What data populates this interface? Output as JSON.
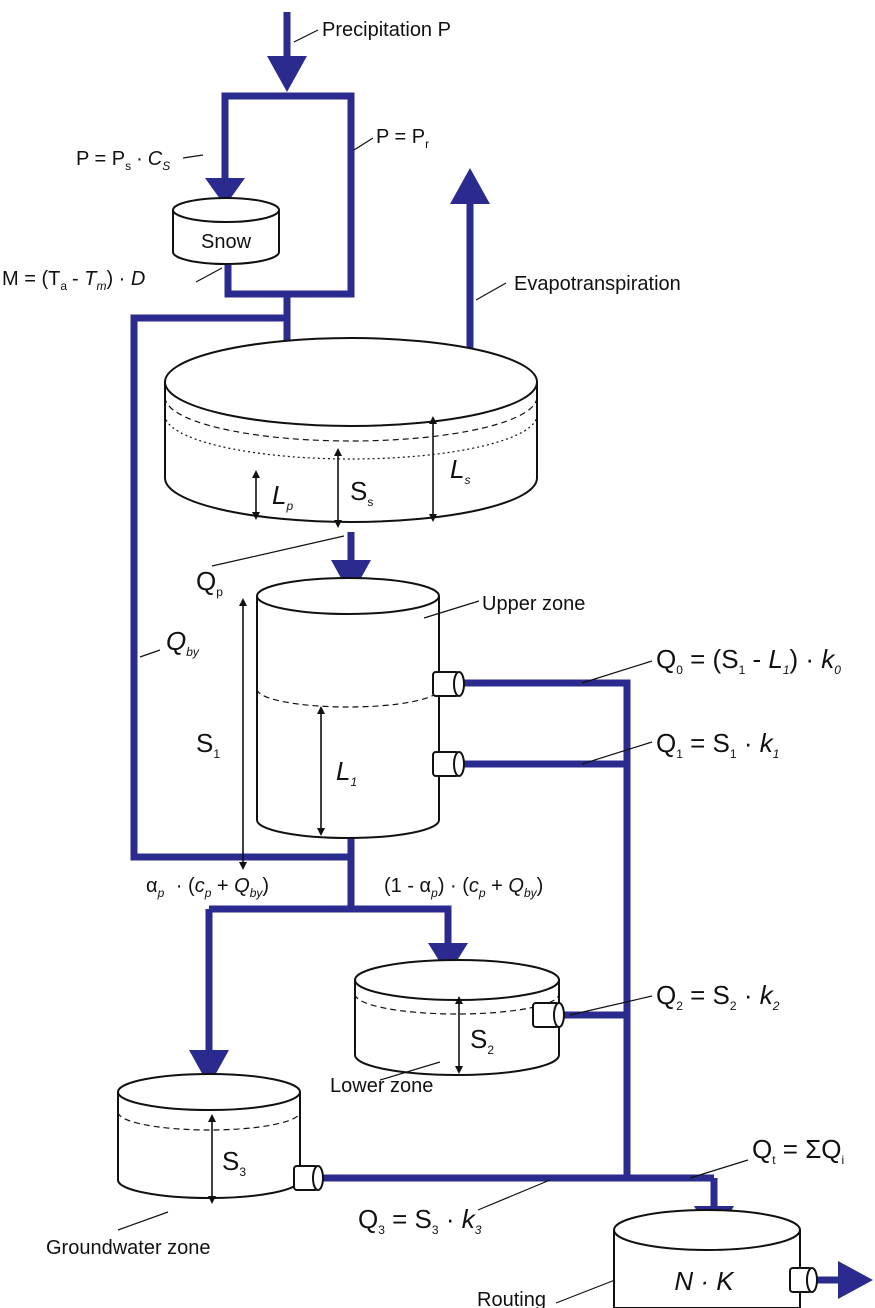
{
  "colors": {
    "flow": "#2b2b8f",
    "outline": "#111111",
    "background": "#ffffff"
  },
  "labels": {
    "precipitation": "Precipitation P",
    "snow_p_lhs": "P = P",
    "snow_p_sub": "s",
    "snow_p_op": "·",
    "snow_p_cs": "C",
    "snow_p_cs_sub": "S",
    "rain_p_lhs": "P = P",
    "rain_p_sub": "r",
    "snow": "Snow",
    "melt_lhs": "M = (T",
    "melt_ta_sub": "a",
    "melt_minus": "- ",
    "melt_tm": "T",
    "melt_tm_sub": "m",
    "melt_close": ") · ",
    "melt_d": "D",
    "evapotranspiration": "Evapotranspiration",
    "lp": "L",
    "lp_sub": "p",
    "ss": "S",
    "ss_sub": "s",
    "ls": "L",
    "ls_sub": "s",
    "qp": "Q",
    "qp_sub": "p",
    "qby": "Q",
    "qby_sub": "by",
    "upper_zone": "Upper zone",
    "s1": "S",
    "s1_sub": "1",
    "l1": "L",
    "l1_sub": "1",
    "q0_lhs": "Q",
    "q0_lhs_sub": "0",
    "q0_mid": " = (S",
    "q0_s_sub": "1",
    "q0_minus": " - ",
    "q0_l": "L",
    "q0_l_sub": "1",
    "q0_close": ") · ",
    "q0_k": "k",
    "q0_k_sub": "0",
    "q1_lhs": "Q",
    "q1_lhs_sub": "1",
    "q1_mid": " = S",
    "q1_s_sub": "1",
    "q1_dot": " · ",
    "q1_k": "k",
    "q1_k_sub": "1",
    "alpha_left": "α",
    "alpha_left_sub": "p",
    "alpha_left_rest1": " · (",
    "alpha_left_c": "c",
    "alpha_left_c_sub": "p",
    "alpha_left_plus": " + ",
    "alpha_left_q": "Q",
    "alpha_left_q_sub": "by",
    "alpha_left_close": ")",
    "alpha_right_open": "(1 - α",
    "alpha_right_sub": "p",
    "alpha_right_rest1": ") · (",
    "alpha_right_c": "c",
    "alpha_right_c_sub": "p",
    "alpha_right_plus": " + ",
    "alpha_right_q": "Q",
    "alpha_right_q_sub": "by",
    "alpha_right_close": ")",
    "q2_lhs": "Q",
    "q2_lhs_sub": "2",
    "q2_mid": " = S",
    "q2_s_sub": "2",
    "q2_dot": " · ",
    "q2_k": "k",
    "q2_k_sub": "2",
    "s2": "S",
    "s2_sub": "2",
    "lower_zone": "Lower zone",
    "s3": "S",
    "s3_sub": "3",
    "groundwater_zone": "Groundwater zone",
    "qt_lhs": "Q",
    "qt_lhs_sub": "t",
    "qt_mid": " = ΣQ",
    "qt_sub": "i",
    "q3_lhs": "Q",
    "q3_lhs_sub": "3",
    "q3_mid": " = S",
    "q3_s_sub": "3",
    "q3_dot": " · ",
    "q3_k": "k",
    "q3_k_sub": "3",
    "routing_nk": "N · K",
    "routing": "Routing"
  }
}
